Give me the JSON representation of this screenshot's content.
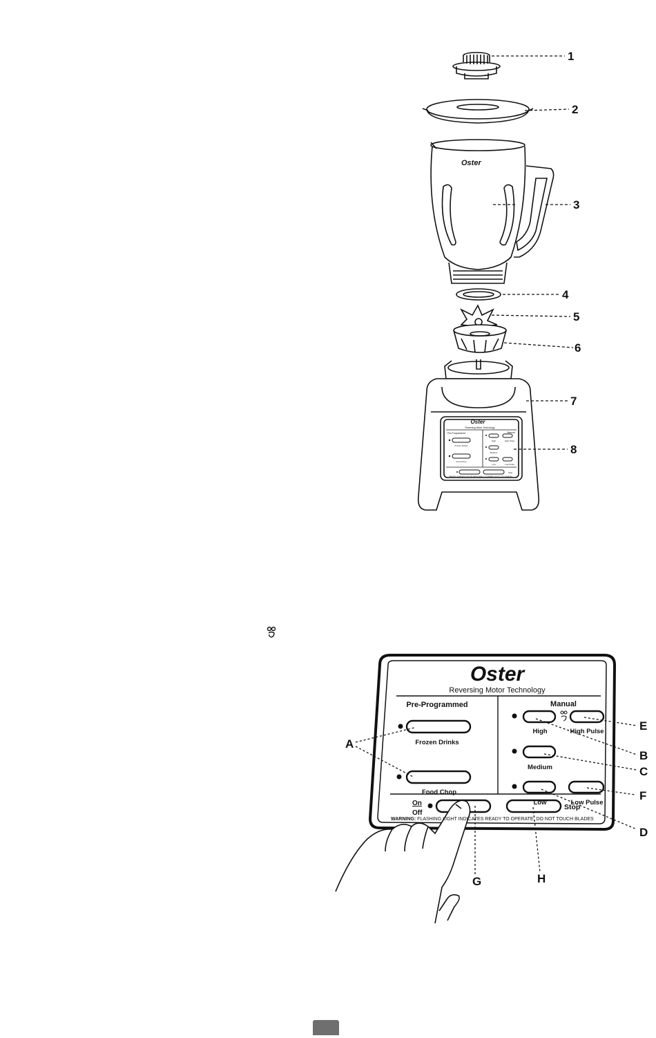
{
  "parts_diagram": {
    "callouts": [
      "1",
      "2",
      "3",
      "4",
      "5",
      "6",
      "7",
      "8"
    ],
    "jar_brand": "Oster",
    "mini_panel": {
      "brand": "Oster",
      "tagline": "Reversing Motor Technology",
      "left_heading": "Pre-Programmed",
      "right_heading": "Manual",
      "frozen": "Frozen Drinks",
      "food": "Food Chop",
      "high": "High",
      "high_pulse": "High Pulse",
      "medium": "Medium",
      "low": "Low",
      "low_pulse": "Low Pulse",
      "stop": "Stop",
      "warning": "WARNING: FLASHING LIGHT INDICATES READY TO OPERATE. DO NOT TOUCH BLADES"
    }
  },
  "control_panel": {
    "brand": "Oster",
    "tagline": "Reversing Motor Technology",
    "left_heading": "Pre-Programmed",
    "right_heading": "Manual",
    "buttons": {
      "frozen_drinks": "Frozen Drinks",
      "food_chop": "Food Chop",
      "high": "High",
      "high_pulse": "High Pulse",
      "medium": "Medium",
      "low": "Low",
      "low_pulse": "Low Pulse",
      "on": "On",
      "off": "Off",
      "stop": "Stop"
    },
    "warning_bold": "WARNING:",
    "warning_text": "FLASHING LIGHT INDICATES READY TO OPERATE. DO NOT TOUCH BLADES",
    "callouts": {
      "a": "A",
      "b": "B",
      "c": "C",
      "d": "D",
      "e": "E",
      "f": "F",
      "g": "G",
      "h": "H"
    }
  },
  "page_marker_color": "#6f6f6f"
}
